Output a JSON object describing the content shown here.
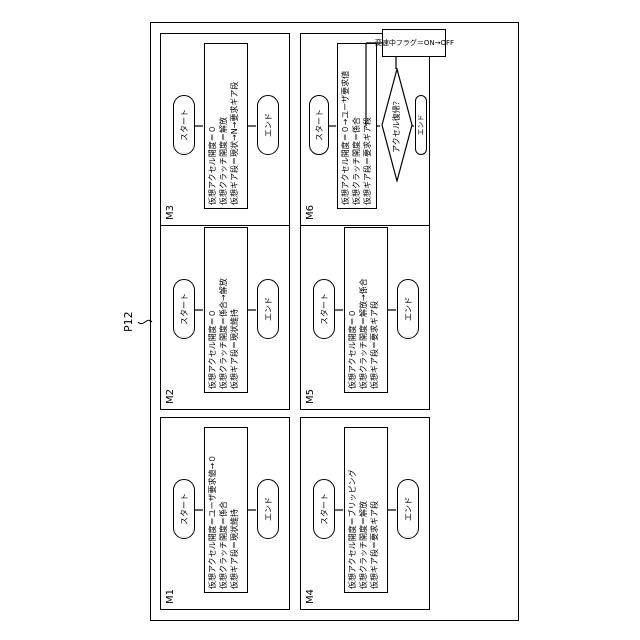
{
  "ref_label": "P12",
  "panels": [
    {
      "id": "M1",
      "start": "スタート",
      "end": "エンド",
      "lines": [
        "仮想アクセル開度＝ユーザ要求値→０",
        "仮想クラッチ開度＝係合",
        "仮想ギア段＝現状維持"
      ]
    },
    {
      "id": "M2",
      "start": "スタート",
      "end": "エンド",
      "lines": [
        "仮想アクセル開度＝０",
        "仮想クラッチ開度＝係合→解放",
        "仮想ギア段＝現状維持"
      ]
    },
    {
      "id": "M3",
      "start": "スタート",
      "end": "エンド",
      "lines": [
        "仮想アクセル開度＝０",
        "仮想クラッチ開度＝解放",
        "仮想ギア段＝現状→N→要求ギア段"
      ]
    },
    {
      "id": "M4",
      "start": "スタート",
      "end": "エンド",
      "lines": [
        "仮想アクセル開度＝ブリッピング",
        "仮想クラッチ開度＝解放",
        "仮想ギア段＝要求ギア段"
      ]
    },
    {
      "id": "M5",
      "start": "スタート",
      "end": "エンド",
      "lines": [
        "仮想アクセル開度＝０",
        "仮想クラッチ開度＝解放→係合",
        "仮想ギア段＝要求ギア段"
      ]
    },
    {
      "id": "M6",
      "start": "スタート",
      "end": "エンド",
      "lines": [
        "仮想アクセル開度＝０→ユーザ要求値",
        "仮想クラッチ開度＝係合",
        "仮想ギア段＝要求ギア段"
      ],
      "decision": "アクセル復帰？",
      "flag": "変速中フラグ＝ON→OFF"
    }
  ]
}
